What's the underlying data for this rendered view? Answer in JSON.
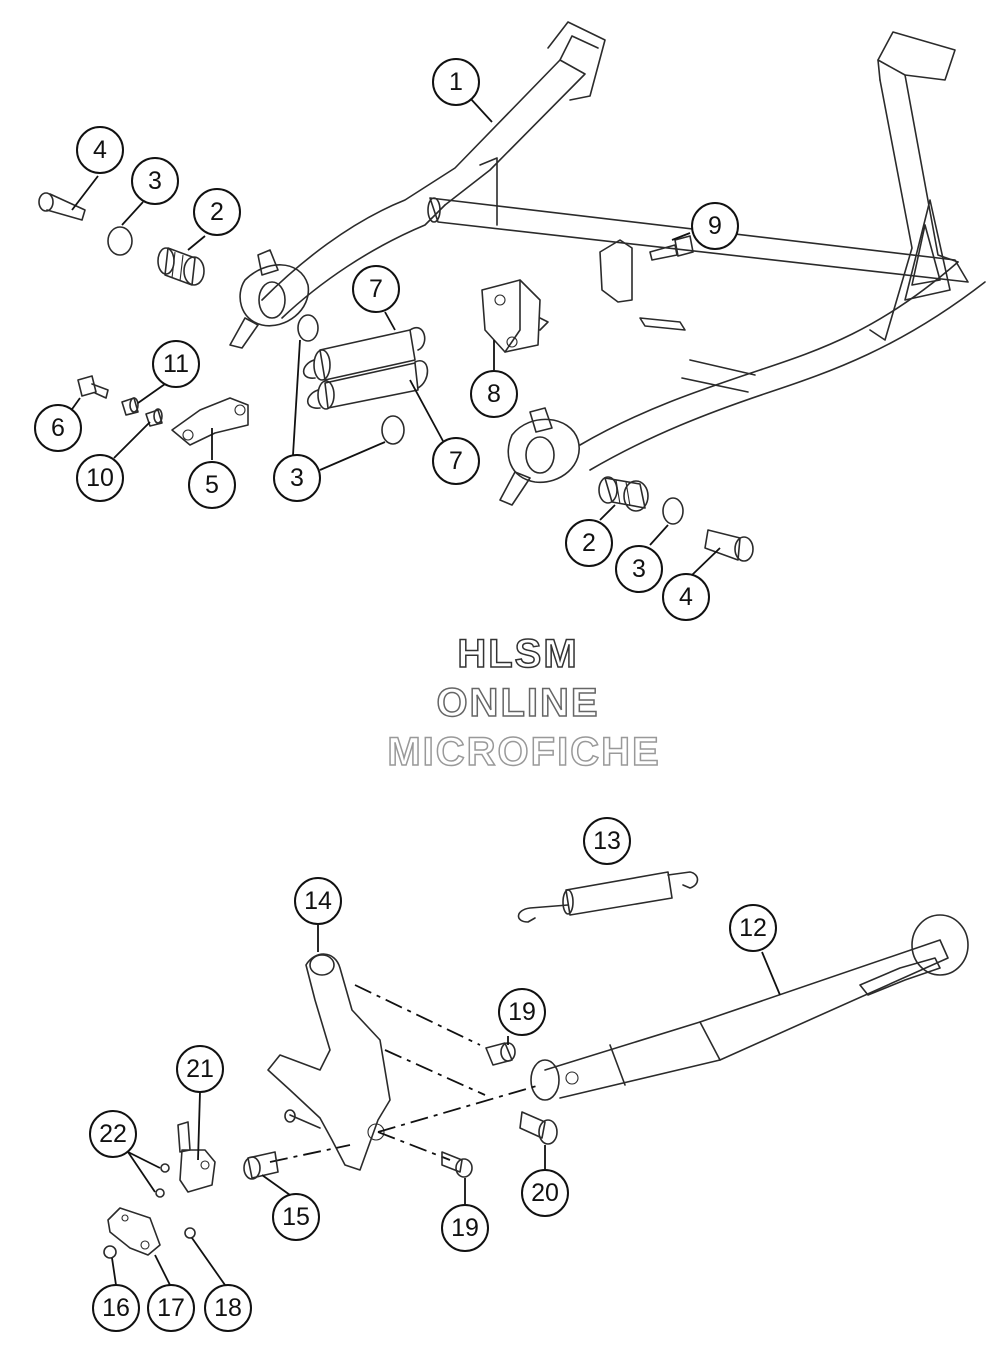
{
  "watermark": {
    "line1": "HLSM",
    "line2": "ONLINE",
    "line3": "MICROFICHE",
    "color1": "#333333",
    "color2": "#666666",
    "color3": "#999999"
  },
  "callouts": {
    "c1": "1",
    "c4a": "4",
    "c3a": "3",
    "c2a": "2",
    "c9": "9",
    "c7a": "7",
    "c11": "11",
    "c6": "6",
    "c10": "10",
    "c5": "5",
    "c8": "8",
    "c3b": "3",
    "c7b": "7",
    "c2b": "2",
    "c3c": "3",
    "c4b": "4",
    "c13": "13",
    "c14": "14",
    "c12": "12",
    "c19a": "19",
    "c21": "21",
    "c22": "22",
    "c15": "15",
    "c19b": "19",
    "c20": "20",
    "c16": "16",
    "c17": "17",
    "c18": "18"
  }
}
